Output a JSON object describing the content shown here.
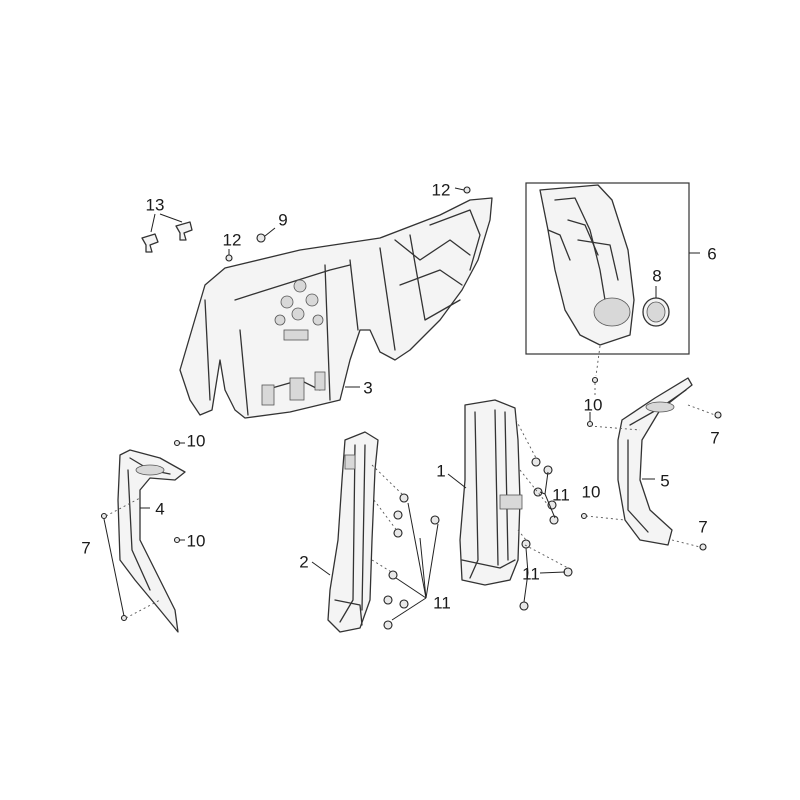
{
  "diagram": {
    "callouts": [
      {
        "id": "callout-13",
        "text": "13"
      },
      {
        "id": "callout-12-left",
        "text": "12"
      },
      {
        "id": "callout-9",
        "text": "9"
      },
      {
        "id": "callout-12-top",
        "text": "12"
      },
      {
        "id": "callout-6",
        "text": "6"
      },
      {
        "id": "callout-8",
        "text": "8"
      },
      {
        "id": "callout-3",
        "text": "3"
      },
      {
        "id": "callout-10-a",
        "text": "10"
      },
      {
        "id": "callout-10-b",
        "text": "10"
      },
      {
        "id": "callout-10-c",
        "text": "10"
      },
      {
        "id": "callout-10-d",
        "text": "10"
      },
      {
        "id": "callout-7-a",
        "text": "7"
      },
      {
        "id": "callout-7-b",
        "text": "7"
      },
      {
        "id": "callout-7-c",
        "text": "7"
      },
      {
        "id": "callout-4",
        "text": "4"
      },
      {
        "id": "callout-1",
        "text": "1"
      },
      {
        "id": "callout-5",
        "text": "5"
      },
      {
        "id": "callout-2",
        "text": "2"
      },
      {
        "id": "callout-11-a",
        "text": "11"
      },
      {
        "id": "callout-11-b",
        "text": "11"
      },
      {
        "id": "callout-11-c",
        "text": "11"
      }
    ]
  }
}
